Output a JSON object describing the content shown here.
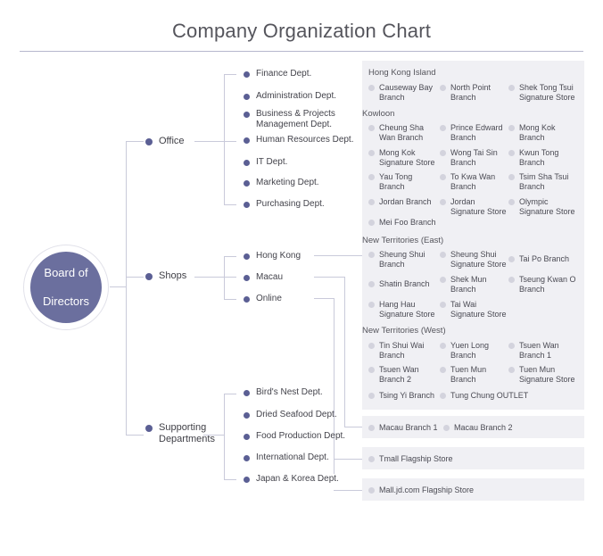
{
  "header": {
    "title": "Company Organization Chart"
  },
  "root": {
    "line1": "Board of",
    "line2": "Directors"
  },
  "level1": [
    {
      "id": "office",
      "label": "Office"
    },
    {
      "id": "shops",
      "label": "Shops"
    },
    {
      "id": "supporting",
      "label_line1": "Supporting",
      "label_line2": "Departments"
    }
  ],
  "office_departments": [
    {
      "line1": "Finance Dept.",
      "line2": ""
    },
    {
      "line1": "Administration Dept.",
      "line2": ""
    },
    {
      "line1": "Business & Projects",
      "line2": "Management Dept."
    },
    {
      "line1": "Human Resources Dept.",
      "line2": ""
    },
    {
      "line1": "IT Dept.",
      "line2": ""
    },
    {
      "line1": "Marketing Dept.",
      "line2": ""
    },
    {
      "line1": "Purchasing Dept.",
      "line2": ""
    }
  ],
  "shops_regions": [
    {
      "id": "hong-kong",
      "label": "Hong Kong"
    },
    {
      "id": "macau",
      "label": "Macau"
    },
    {
      "id": "online",
      "label": "Online"
    }
  ],
  "supporting_departments": [
    {
      "label": "Bird's Nest Dept."
    },
    {
      "label": "Dried Seafood Dept."
    },
    {
      "label": "Food Production Dept."
    },
    {
      "label": "International Dept."
    },
    {
      "label": "Japan & Korea Dept."
    }
  ],
  "hong_kong_groups": [
    {
      "id": "hong-kong-island",
      "title": "Hong Kong Island",
      "stores": [
        {
          "line1": "Causeway Bay",
          "line2": "Branch"
        },
        {
          "line1": "North Point",
          "line2": "Branch"
        },
        {
          "line1": "Shek Tong Tsui",
          "line2": "Signature Store"
        }
      ]
    },
    {
      "id": "kowloon",
      "title": "Kowloon",
      "stores": [
        {
          "line1": "Cheung Sha",
          "line2": "Wan Branch"
        },
        {
          "line1": "Prince Edward",
          "line2": "Branch"
        },
        {
          "line1": "Mong Kok",
          "line2": "Branch"
        },
        {
          "line1": "Mong Kok",
          "line2": "Signature Store"
        },
        {
          "line1": "Wong Tai Sin",
          "line2": "Branch"
        },
        {
          "line1": "Kwun Tong",
          "line2": "Branch"
        },
        {
          "line1": "Yau Tong",
          "line2": "Branch"
        },
        {
          "line1": "To Kwa Wan",
          "line2": "Branch"
        },
        {
          "line1": "Tsim Sha Tsui",
          "line2": "Branch"
        },
        {
          "line1": "Jordan Branch",
          "line2": ""
        },
        {
          "line1": "Jordan",
          "line2": "Signature Store"
        },
        {
          "line1": "Olympic",
          "line2": "Signature Store"
        },
        {
          "line1": "Mei Foo Branch",
          "line2": ""
        }
      ]
    },
    {
      "id": "new-territories-east",
      "title": "New Territories (East)",
      "stores": [
        {
          "line1": "Sheung Shui",
          "line2": "Branch"
        },
        {
          "line1": "Sheung Shui",
          "line2": "Signature Store"
        },
        {
          "line1": "Tai Po Branch",
          "line2": ""
        },
        {
          "line1": "Shatin Branch",
          "line2": ""
        },
        {
          "line1": "Shek Mun",
          "line2": "Branch"
        },
        {
          "line1": "Tseung Kwan O",
          "line2": "Branch"
        },
        {
          "line1": "Hang Hau",
          "line2": "Signature Store"
        },
        {
          "line1": "Tai Wai",
          "line2": "Signature Store"
        }
      ]
    },
    {
      "id": "new-territories-west",
      "title": "New Territories (West)",
      "stores": [
        {
          "line1": "Tin Shui Wai",
          "line2": "Branch"
        },
        {
          "line1": "Yuen Long",
          "line2": "Branch"
        },
        {
          "line1": "Tsuen Wan",
          "line2": "Branch 1"
        },
        {
          "line1": "Tsuen Wan",
          "line2": "Branch 2"
        },
        {
          "line1": "Tuen Mun",
          "line2": "Branch"
        },
        {
          "line1": "Tuen Mun",
          "line2": "Signature Store"
        },
        {
          "line1": "Tsing Yi Branch",
          "line2": ""
        },
        {
          "line1": "Tung Chung OUTLET",
          "line2": ""
        }
      ]
    }
  ],
  "macau_stores": [
    {
      "label": "Macau Branch 1"
    },
    {
      "label": "Macau Branch 2"
    }
  ],
  "online_stores": [
    {
      "label": "Tmall Flagship Store"
    },
    {
      "label": "Mall.jd.com Flagship Store"
    }
  ],
  "colors": {
    "accent": "#5b5f94",
    "root_fill": "#6b6f9e",
    "panel_bg": "#f0f0f4",
    "connector": "#c9cada",
    "leaf_dot": "#d3d3dd"
  }
}
